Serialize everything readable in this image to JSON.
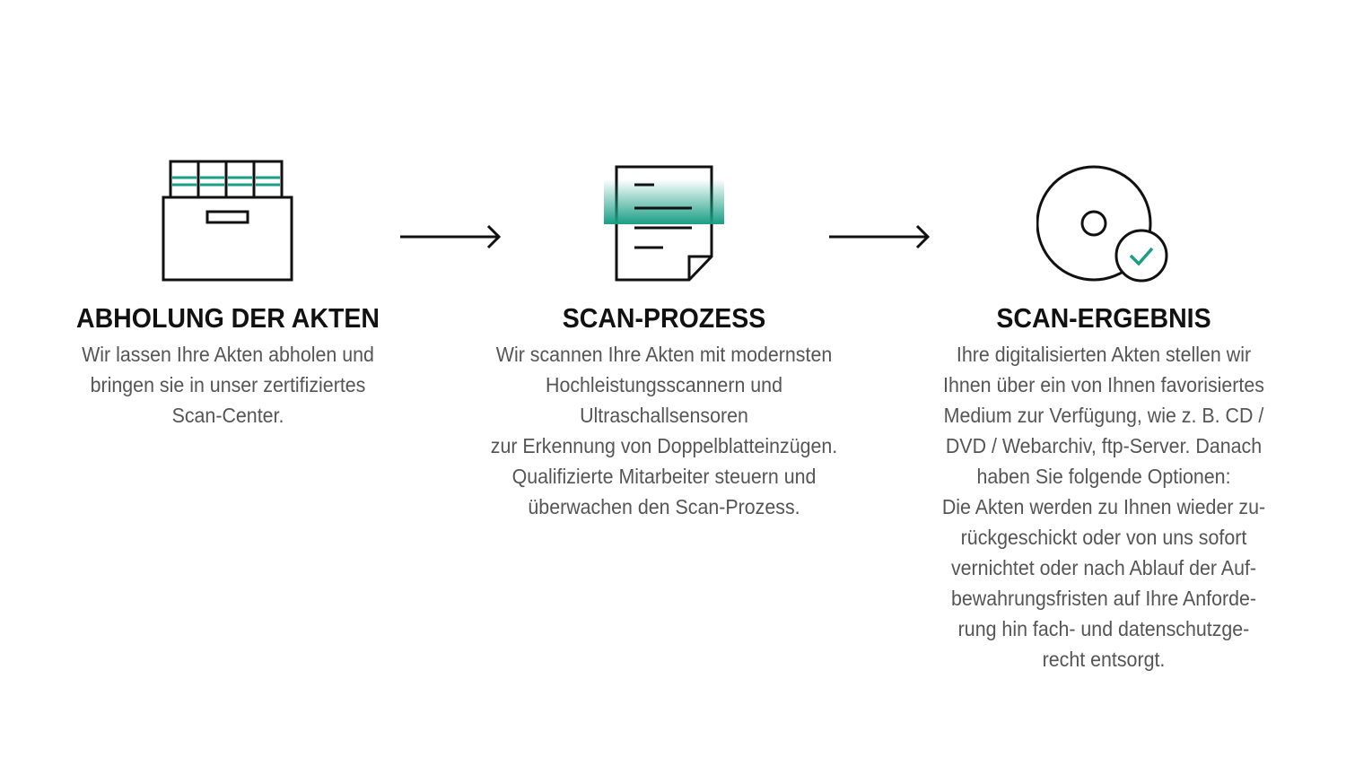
{
  "colors": {
    "accent": "#1a9e85",
    "ink": "#111111",
    "text": "#555555",
    "background": "#ffffff"
  },
  "steps": [
    {
      "icon": "archive-box-icon",
      "title": "ABHOLUNG DER AKTEN",
      "lines": [
        "Wir lassen Ihre Akten abholen und",
        "bringen sie in unser zertifiziertes",
        "Scan-Center."
      ]
    },
    {
      "icon": "document-scan-icon",
      "title": "SCAN-PROZESS",
      "lines": [
        "Wir scannen Ihre Akten mit modernsten",
        "Hochleistungsscannern und",
        "Ultraschallsensoren",
        "zur Erkennung von Doppelblatteinzügen.",
        "Qualifizierte Mitarbeiter steuern und",
        "überwachen den Scan-Prozess."
      ]
    },
    {
      "icon": "disc-check-icon",
      "title": "SCAN-ERGEBNIS",
      "lines": [
        "Ihre digitalisierten Akten stellen wir",
        "Ihnen über ein von Ihnen favorisiertes",
        "Medium zur Verfügung, wie z. B. CD /",
        "DVD / Webarchiv, ftp-Server. Danach",
        "haben Sie folgende Optionen:",
        "Die Akten werden zu Ihnen wieder zu-",
        "rückgeschickt oder von uns sofort",
        "vernichtet oder nach Ablauf der Auf-",
        "bewahrungsfristen auf Ihre Anforde-",
        "rung hin fach- und datenschutzge-",
        "recht entsorgt."
      ]
    }
  ]
}
